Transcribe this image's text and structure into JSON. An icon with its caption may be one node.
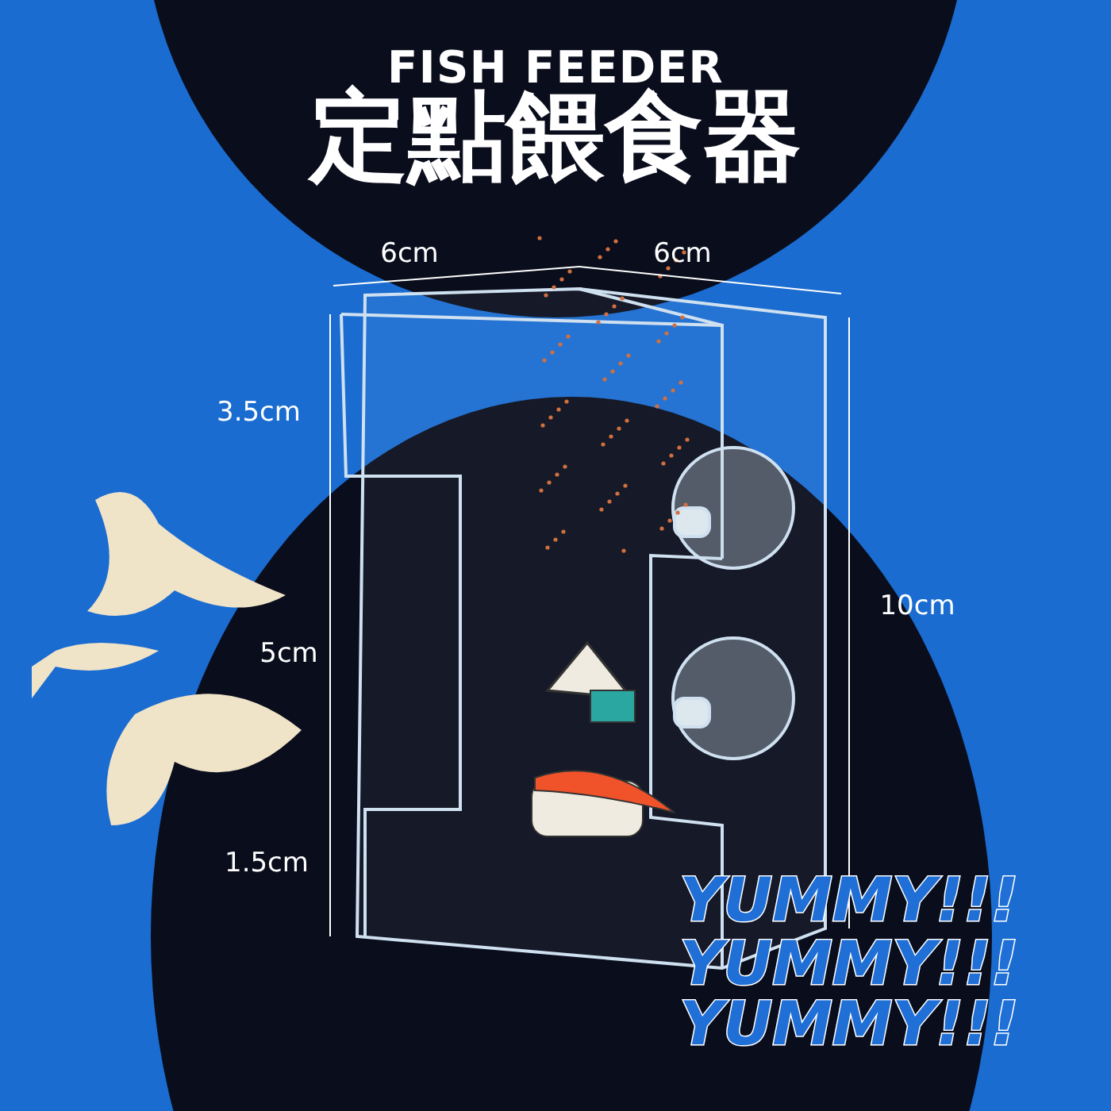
{
  "diagram": {
    "title": "定點餵食器",
    "labels": [
      "FISH FEEDER",
      "6cm",
      "6cm",
      "3.5cm",
      "10cm",
      "5cm",
      "1.5cm",
      "YUMMY!!!",
      "YUMMY!!!",
      "YUMMY!!!"
    ]
  }
}
